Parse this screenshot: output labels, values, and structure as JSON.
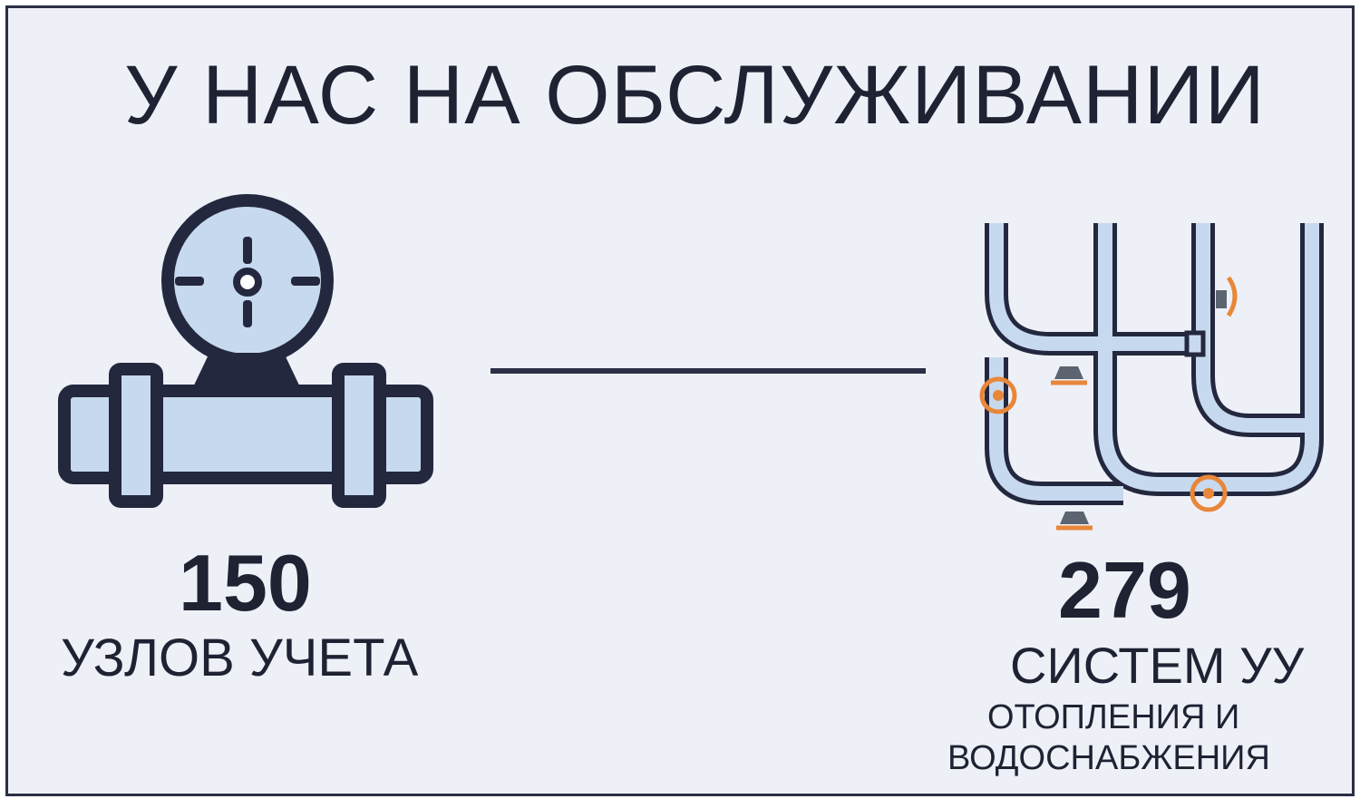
{
  "title": "У НАС НА ОБСЛУЖИВАНИИ",
  "stats": {
    "meters": {
      "number": "150",
      "label": "УЗЛОВ УЧЕТА",
      "icon": "flow-meter-icon"
    },
    "systems": {
      "number": "279",
      "label": "СИСТЕМ УУ",
      "sub_label_1": "ОТОПЛЕНИЯ И",
      "sub_label_2": "ВОДОСНАБЖЕНИЯ",
      "icon": "pipe-system-icon"
    }
  },
  "colors": {
    "frame": "#2b2f45",
    "background": "#eef0f7",
    "icon_fill": "#c7d9ee",
    "icon_stroke": "#23283f",
    "valve_accent": "#e8873a",
    "text": "#1f2233"
  }
}
